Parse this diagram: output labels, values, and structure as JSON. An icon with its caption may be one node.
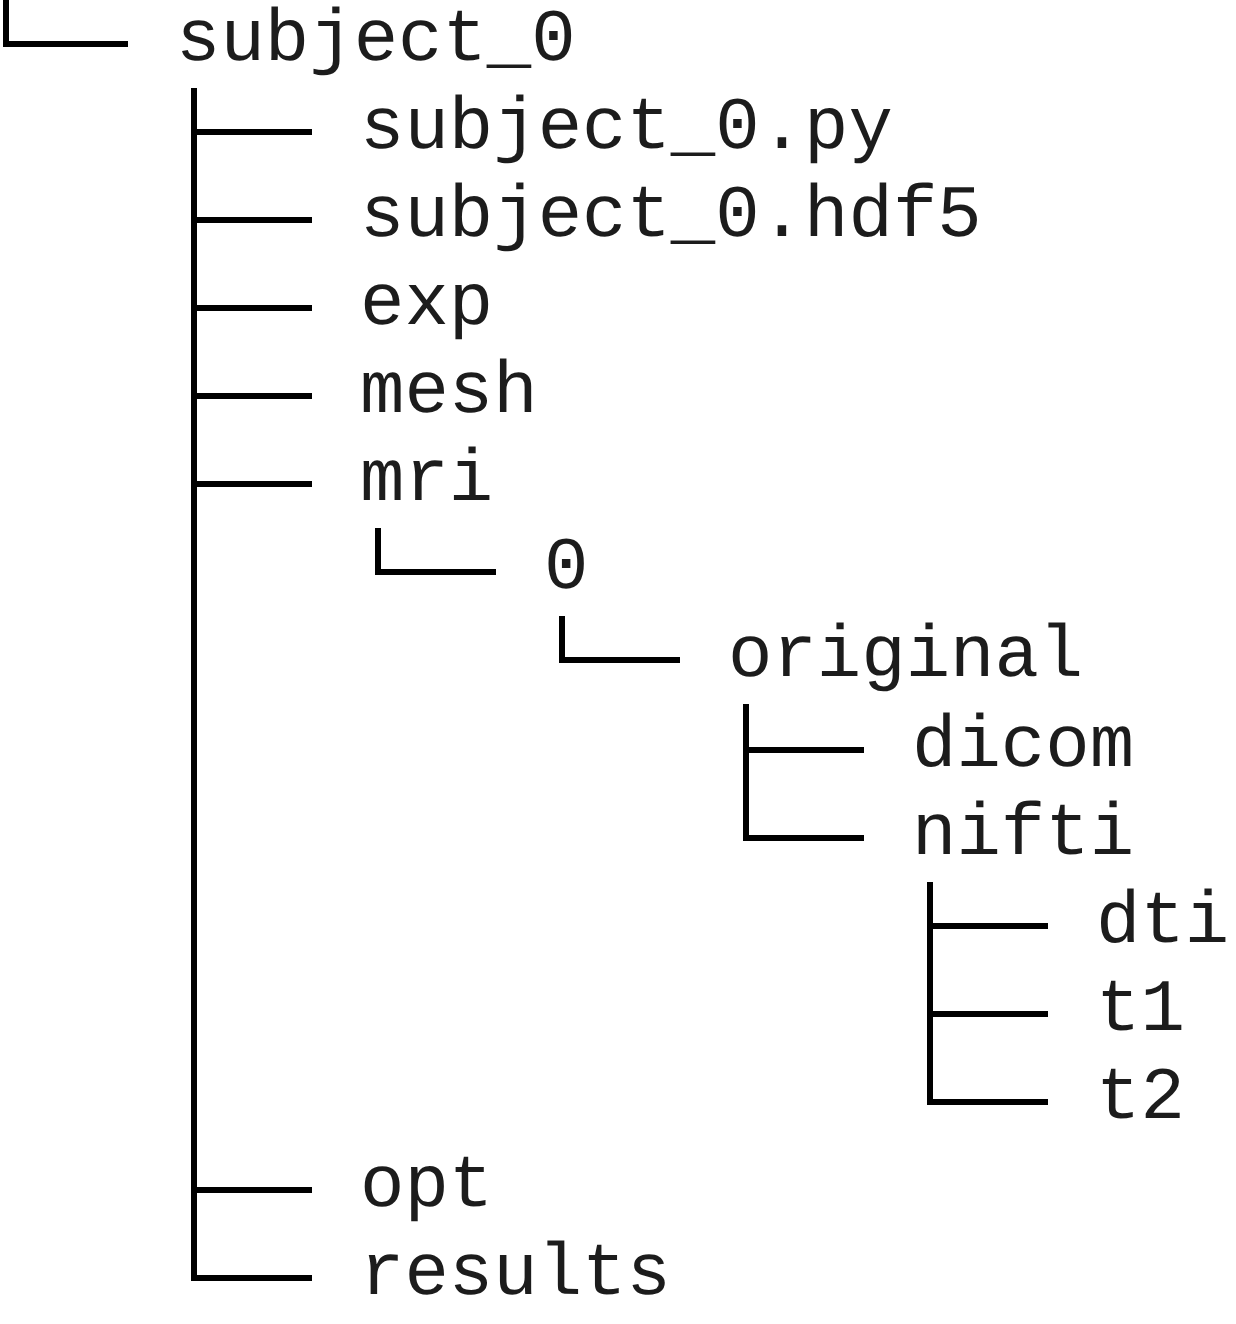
{
  "diagram": {
    "nodes": [
      {
        "text": [
          "subject_0"
        ]
      },
      {
        "text": [
          "subject_0.py"
        ]
      },
      {
        "text": [
          "subject_0.hdf5"
        ]
      },
      {
        "text": [
          "exp"
        ]
      },
      {
        "text": [
          "mesh"
        ]
      },
      {
        "text": [
          "mri"
        ]
      },
      {
        "text": [
          "0"
        ]
      },
      {
        "text": [
          "original"
        ]
      },
      {
        "text": [
          "dicom"
        ]
      },
      {
        "text": [
          "nifti"
        ]
      },
      {
        "text": [
          "dti"
        ]
      },
      {
        "text": [
          "t1"
        ]
      },
      {
        "text": [
          "t2"
        ]
      },
      {
        "text": [
          "opt"
        ]
      },
      {
        "text": [
          "results"
        ]
      }
    ],
    "edges": [
      {
        "from": null,
        "to": 0,
        "arrow": "none"
      },
      {
        "from": 0,
        "to": 1,
        "arrow": "none"
      },
      {
        "from": 0,
        "to": 2,
        "arrow": "none"
      },
      {
        "from": 0,
        "to": 3,
        "arrow": "none"
      },
      {
        "from": 0,
        "to": 4,
        "arrow": "none"
      },
      {
        "from": 0,
        "to": 5,
        "arrow": "none"
      },
      {
        "from": 5,
        "to": 6,
        "arrow": "none"
      },
      {
        "from": 6,
        "to": 7,
        "arrow": "none"
      },
      {
        "from": 7,
        "to": 8,
        "arrow": "none"
      },
      {
        "from": 7,
        "to": 9,
        "arrow": "none"
      },
      {
        "from": 9,
        "to": 10,
        "arrow": "none"
      },
      {
        "from": 9,
        "to": 11,
        "arrow": "none"
      },
      {
        "from": 9,
        "to": 12,
        "arrow": "none"
      },
      {
        "from": 0,
        "to": 13,
        "arrow": "none"
      },
      {
        "from": 0,
        "to": 14,
        "arrow": "none"
      }
    ]
  }
}
